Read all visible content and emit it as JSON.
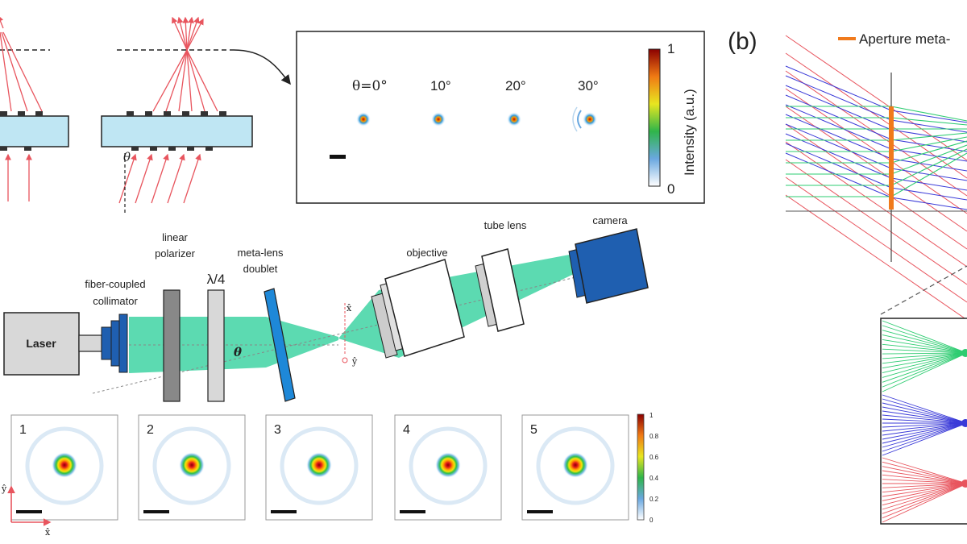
{
  "panel_b": {
    "label": "(b)",
    "legend_label": "Aperture meta-"
  },
  "angle_panel": {
    "theta_symbol": "θ",
    "angle_labels": [
      "θ=0°",
      "10°",
      "20°",
      "30°"
    ],
    "colorbar": {
      "label": "Intensity (a.u.)",
      "max": "1",
      "min": "0"
    }
  },
  "setup": {
    "laser": "Laser",
    "collimator_line1": "fiber-coupled",
    "collimator_line2": "collimator",
    "polarizer_line1": "linear",
    "polarizer_line2": "polarizer",
    "waveplate": "λ/4",
    "metalens_line1": "meta-lens",
    "metalens_line2": "doublet",
    "objective": "objective",
    "tube_lens": "tube lens",
    "camera": "camera",
    "theta": "θ",
    "x_axis": "x̂",
    "y_axis": "ŷ"
  },
  "spots": {
    "labels": [
      "1",
      "2",
      "3",
      "4",
      "5"
    ],
    "axis_x": "x̂",
    "axis_y": "ŷ",
    "colorbar_ticks": [
      "1",
      "0.8",
      "0.6",
      "0.4",
      "0.2",
      "0"
    ]
  },
  "colors": {
    "ray_red": "#e8555e",
    "ray_green": "#2ecc71",
    "ray_blue": "#3a3ad8",
    "beam": "#3fd4a3",
    "glass": "#bfe6f3",
    "metalens_blue": "#1e88d8",
    "camera_blue": "#1f5fb0",
    "aperture_orange": "#f07a1c"
  }
}
